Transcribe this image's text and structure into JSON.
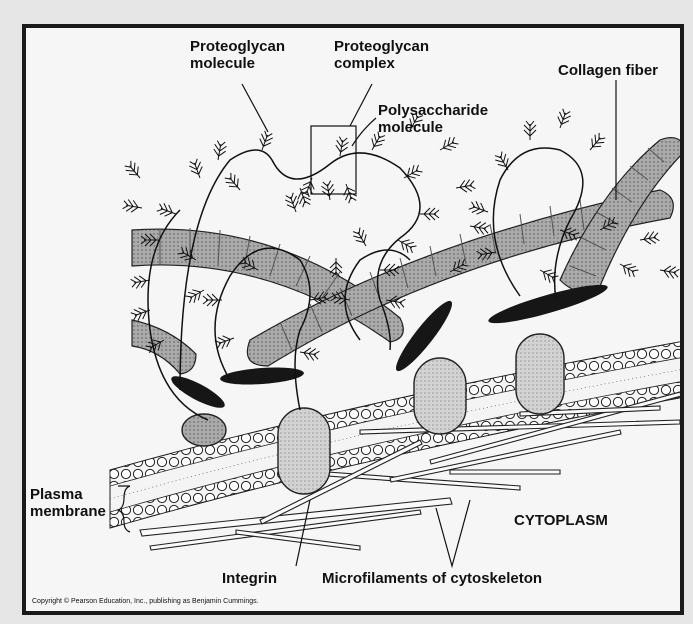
{
  "labels": {
    "proteoglycan_molecule": [
      "Proteoglycan",
      "molecule"
    ],
    "proteoglycan_complex": [
      "Proteoglycan",
      "complex"
    ],
    "polysaccharide_molecule": [
      "Polysaccharide",
      "molecule"
    ],
    "collagen_fiber": "Collagen fiber",
    "plasma_membrane": [
      "Plasma",
      "membrane"
    ],
    "cytoplasm": "CYTOPLASM",
    "integrin": "Integrin",
    "microfilaments": "Microfilaments of cytoskeleton"
  },
  "copyright": "Copyright © Pearson Education, Inc., publishing as Benjamin Cummings.",
  "colors": {
    "collagen": "#a9a9a9",
    "fibronectin": "#161616",
    "integrin": "#cfcfcf",
    "membrane_head": "#ffffff",
    "line": "#111111"
  }
}
